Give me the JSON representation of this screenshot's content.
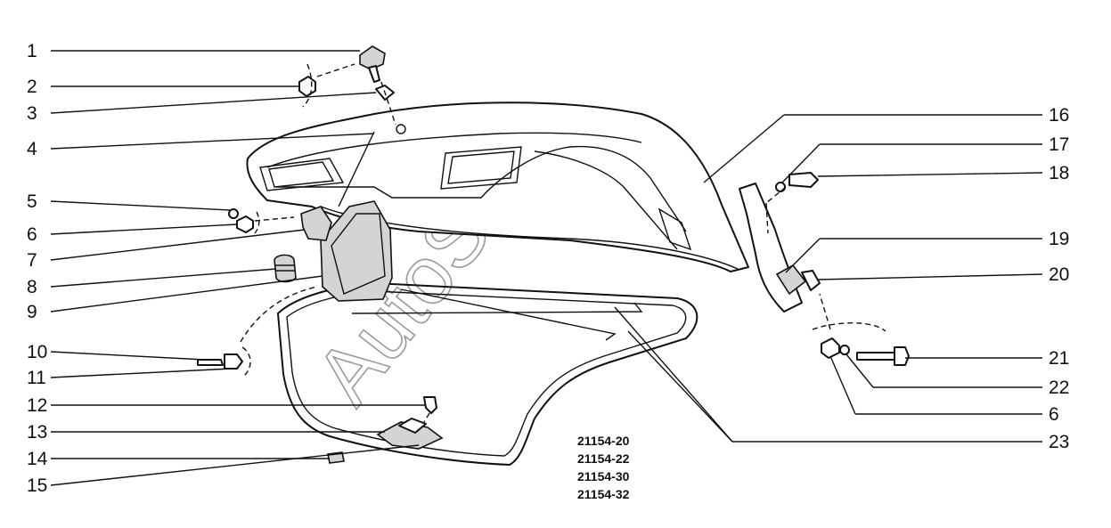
{
  "callouts_left": [
    "1",
    "2",
    "3",
    "4",
    "5",
    "6",
    "7",
    "8",
    "9",
    "10",
    "11",
    "12",
    "13",
    "14",
    "15"
  ],
  "callouts_right": [
    "16",
    "17",
    "18",
    "19",
    "20",
    "21",
    "22",
    "6",
    "23"
  ],
  "codes": [
    "21154-20",
    "21154-22",
    "21154-30",
    "21154-32"
  ],
  "watermark": "AutoSoft",
  "colors": {
    "line": "#111111",
    "shade": "#d4d4d4",
    "watermark": "#9a9a9a",
    "background": "#ffffff"
  }
}
